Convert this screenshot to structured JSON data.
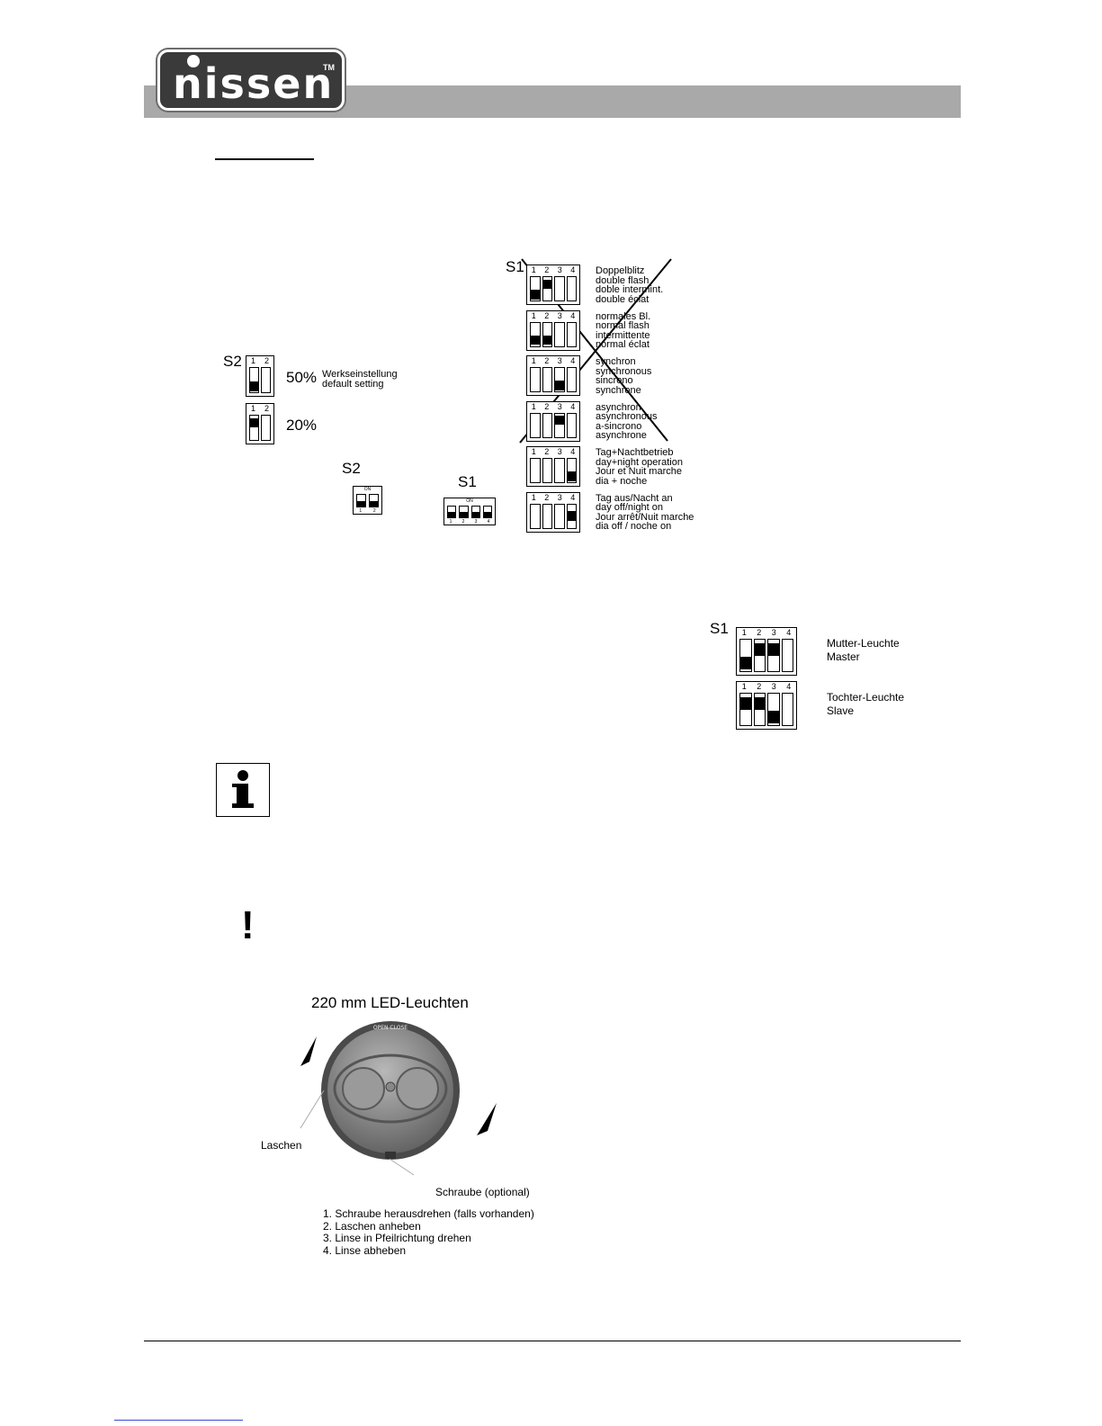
{
  "logo": {
    "text": "nissen",
    "tm": "TM"
  },
  "s2_block": {
    "label": "S2",
    "rows": [
      {
        "nums": [
          "1",
          "2"
        ],
        "pct": "50%",
        "note": "Werkseinstellung\ndefault setting",
        "knobs": [
          0.55,
          null
        ]
      },
      {
        "nums": [
          "1",
          "2"
        ],
        "pct": "20%",
        "note": "",
        "knobs": [
          0.1,
          null
        ]
      }
    ]
  },
  "s1_block": {
    "label": "S1",
    "rows": [
      {
        "nums": [
          "1",
          "2",
          "3",
          "4"
        ],
        "text": "Doppelblitz\ndouble flash\ndoble intermint.\ndouble éclat",
        "knobs": [
          0.55,
          0.1,
          null,
          null
        ]
      },
      {
        "nums": [
          "1",
          "2",
          "3",
          "4"
        ],
        "text": "normales Bl.\nnormal flash\nintermittente\nnormal éclat",
        "knobs": [
          0.55,
          0.55,
          null,
          null
        ]
      },
      {
        "nums": [
          "1",
          "2",
          "3",
          "4"
        ],
        "text": "synchron\nsynchronous\nsincrono\nsynchrone",
        "knobs": [
          null,
          null,
          0.55,
          null
        ]
      },
      {
        "nums": [
          "1",
          "2",
          "3",
          "4"
        ],
        "text": "asynchron\nasynchronous\na-sincrono\nasynchrone",
        "knobs": [
          null,
          null,
          0.1,
          null
        ]
      },
      {
        "nums": [
          "1",
          "2",
          "3",
          "4"
        ],
        "text": "Tag+Nachtbetrieb\nday+night operation\nJour et Nuit marche\ndia + noche",
        "knobs": [
          null,
          null,
          null,
          0.55
        ]
      },
      {
        "nums": [
          "1",
          "2",
          "3",
          "4"
        ],
        "text": "Tag aus/Nacht an\nday off/night on\nJour arrêt/Nuit marche\ndia off / noche on",
        "knobs": [
          null,
          null,
          null,
          0.3
        ]
      }
    ]
  },
  "mini_s2": {
    "label": "S2",
    "on": "ON",
    "nums": [
      "1",
      "2"
    ]
  },
  "mini_s1": {
    "label": "S1",
    "on": "ON",
    "nums": [
      "1",
      "2",
      "3",
      "4"
    ]
  },
  "master_block": {
    "label": "S1",
    "rows": [
      {
        "nums": [
          "1",
          "2",
          "3",
          "4"
        ],
        "text": "Mutter-Leuchte\nMaster",
        "knobs": [
          0.55,
          0.1,
          0.1,
          null
        ]
      },
      {
        "nums": [
          "1",
          "2",
          "3",
          "4"
        ],
        "text": "Tochter-Leuchte\nSlave",
        "knobs": [
          0.1,
          0.1,
          0.55,
          null
        ]
      }
    ]
  },
  "info_icon": "i",
  "warning_icon": "!",
  "light": {
    "title": "220 mm LED-Leuchten",
    "ring_text": "OPEN   CLOSE",
    "tabs_label": "Laschen",
    "screw_label": "Schraube (optional)",
    "steps": "1. Schraube herausdrehen (falls vorhanden)\n2. Laschen anheben\n3. Linse in Pfeilrichtung drehen\n4. Linse abheben"
  }
}
